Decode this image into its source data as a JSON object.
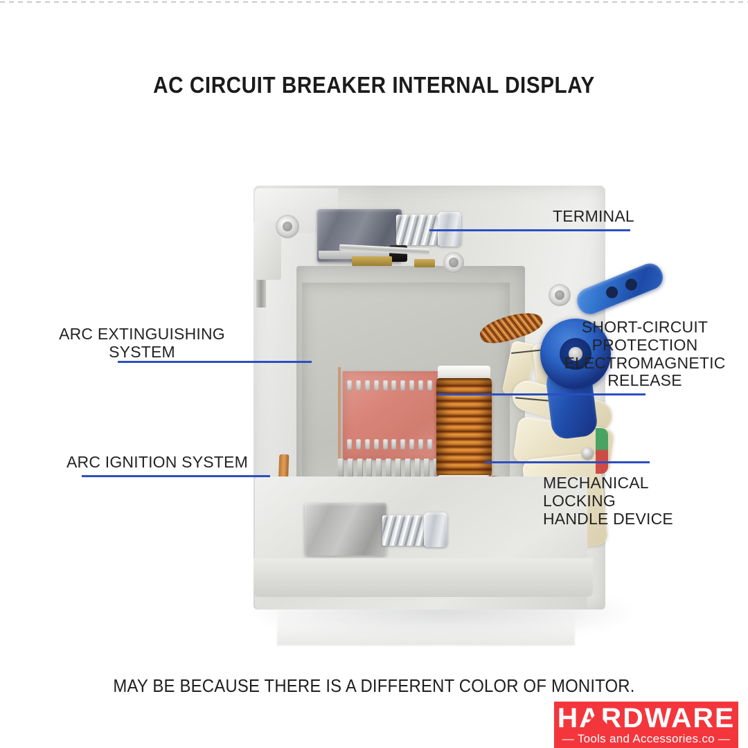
{
  "page": {
    "title": "AC CIRCUIT BREAKER INTERNAL DISPLAY",
    "caption": "MAY BE BECAUSE THERE IS A DIFFERENT COLOR OF MONITOR.",
    "background_color": "#ffffff",
    "leader_line_color": "#2c4ec0",
    "title_color": "#1b1b1b"
  },
  "labels": {
    "terminal": "TERMINAL",
    "arc_extinguishing": "ARC EXTINGUISHING\nSYSTEM",
    "arc_ignition": "ARC IGNITION SYSTEM",
    "short_circuit": "SHORT-CIRCUIT\nPROTECTION\nELECTROMAGNETIC\nRELEASE",
    "mechanical_handle": "MECHANICAL LOCKING\nHANDLE DEVICE"
  },
  "logo": {
    "word": "HARDWARE",
    "tagline": "— Tools and Accessories.co —",
    "background_color": "#f3363c",
    "text_color": "#ffffff"
  },
  "product": {
    "colors": {
      "housing": "#e2e2df",
      "arc_chute": "#d98478",
      "coil_copper": "#c8792e",
      "handle_blue": "#2a62c4",
      "mechanism_cream": "#e9e0c3",
      "metal": "#b6b6b3"
    }
  }
}
